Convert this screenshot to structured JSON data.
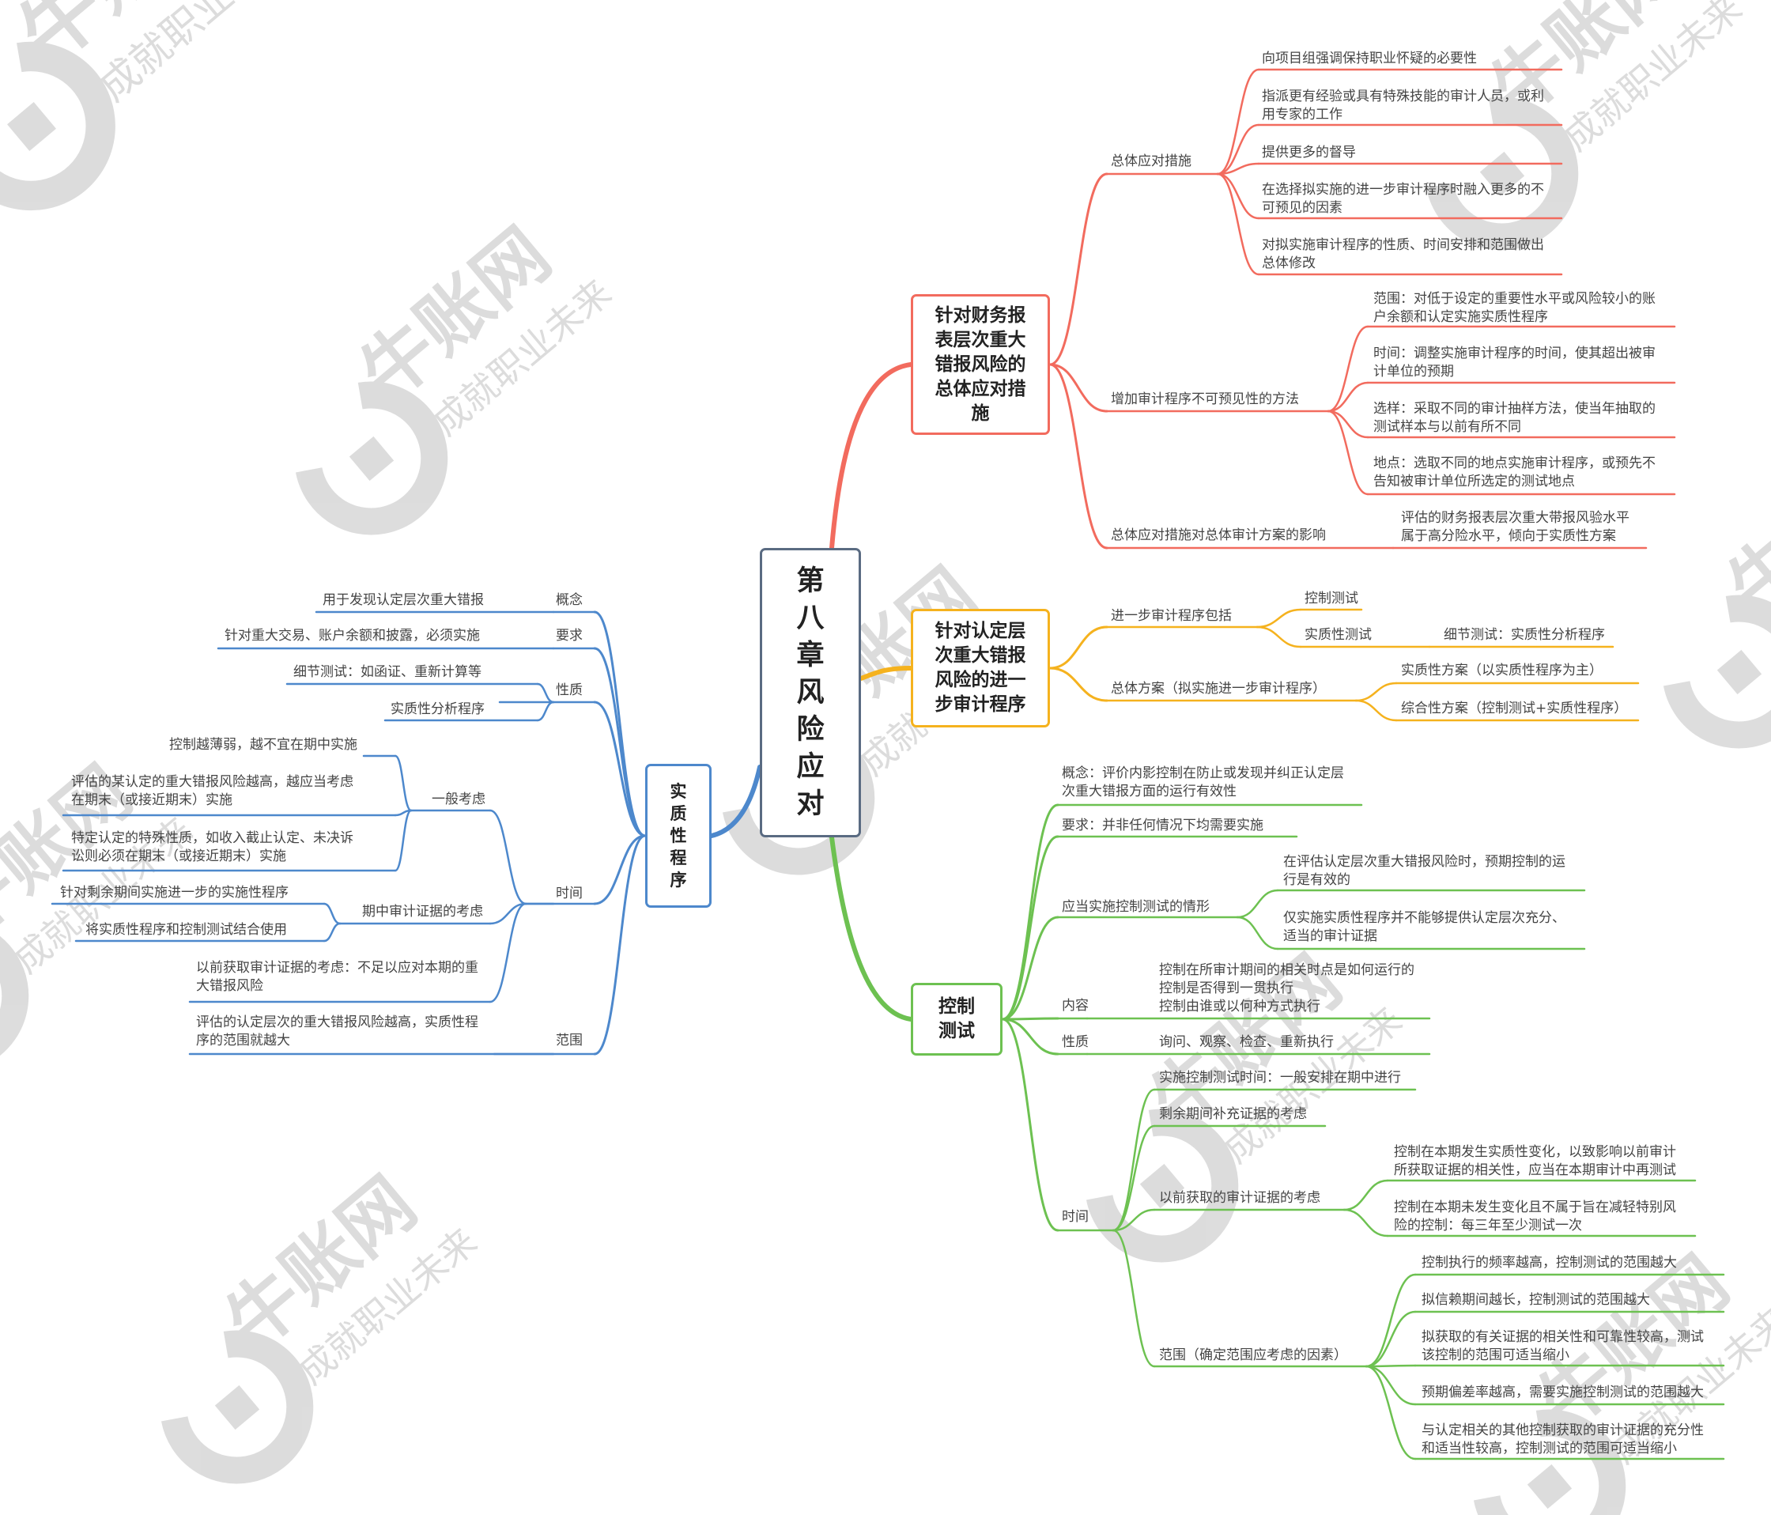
{
  "colors": {
    "red": "#f26b5e",
    "orange": "#f5b21e",
    "green": "#6dc151",
    "blue": "#4d88cc",
    "root_border": "#5a6b82",
    "watermark": "#d9d9d9"
  },
  "watermark": {
    "brand": "牛账网",
    "slogan": "成就职业未来"
  },
  "root": "第\n八\n章\n风\n险\n应\n对",
  "b1": {
    "title": "针对财务报\n表层次重大\n错报风险的\n总体应对措\n施",
    "n1": {
      "label": "总体应对措施",
      "items": [
        "向项目组强调保持职业怀疑的必要性",
        "指派更有经验或具有特殊技能的审计人员，或利\n用专家的工作",
        "提供更多的督导",
        "在选择拟实施的进一步审计程序时融入更多的不\n可预见的因素",
        "对拟实施审计程序的性质、时间安排和范围做出\n总体修改"
      ]
    },
    "n2": {
      "label": "增加审计程序不可预见性的方法",
      "items": [
        "范围：对低于设定的重要性水平或风险较小的账\n户余额和认定实施实质性程序",
        "时间：调整实施审计程序的时间，使其超出被审\n计单位的预期",
        "选样：采取不同的审计抽样方法，使当年抽取的\n测试样本与以前有所不同",
        "地点：选取不同的地点实施审计程序，或预先不\n告知被审计单位所选定的测试地点"
      ]
    },
    "n3": {
      "label": "总体应对措施对总体审计方案的影响",
      "item": "评估的财务报表层次重大带报风验水平\n属于高分险水平，倾向于实质性方案"
    }
  },
  "b2": {
    "title": "针对认定层\n次重大错报\n风险的进一\n步审计程序",
    "n1": {
      "label": "进一步审计程序包括",
      "a": "控制测试",
      "b": "实质性测试",
      "b_child": "细节测试：实质性分析程序"
    },
    "n2": {
      "label": "总体方案（拟实施进一步审计程序）",
      "a": "实质性方案（以实质性程序为主）",
      "b": "综合性方案（控制测试+实质性程序）"
    }
  },
  "b3": {
    "title": "控制\n测试",
    "concept": "概念：评价内影控制在防止或发现并纠正认定层\n次重大错报方面的运行有效性",
    "req": "要求：并非任何情况下均需要实施",
    "case": {
      "label": "应当实施控制测试的情形",
      "a": "在评估认定层次重大错报风险时，预期控制的运\n行是有效的",
      "b": "仅实施实质性程序并不能够提供认定层次充分、\n适当的审计证据"
    },
    "content": {
      "label": "内容",
      "text": "控制在所审计期间的相关时点是如何运行的\n控制是否得到一贯执行\n控制由谁或以何种方式执行"
    },
    "nature": {
      "label": "性质",
      "text": "询问、观察、检查、重新执行"
    },
    "time": {
      "label": "时间",
      "a": "实施控制测试时间：一般安排在期中进行",
      "b": "剩余期间补充证据的考虑",
      "c": "以前获取的审计证据的考虑",
      "c1": "控制在本期发生实质性变化，以致影响以前审计\n所获取证据的相关性，应当在本期审计中再测试",
      "c2": "控制在本期未发生变化且不属于旨在减轻特别风\n险的控制：每三年至少测试一次"
    },
    "scope": {
      "label": "范围（确定范围应考虑的因素）",
      "items": [
        "控制执行的频率越高，控制测试的范围越大",
        "拟信赖期间越长，控制测试的范围越大",
        "拟获取的有关证据的相关性和可靠性较高，测试\n该控制的范围可适当缩小",
        "预期偏差率越高，需要实施控制测试的范围越大",
        "与认定相关的其他控制获取的审计证据的充分性\n和适当性较高，控制测试的范围可适当缩小"
      ]
    }
  },
  "b4": {
    "title": "实\n质\n性\n程\n序",
    "concept": {
      "label": "概念",
      "text": "用于发现认定层次重大错报"
    },
    "req": {
      "label": "要求",
      "text": "针对重大交易、账户余额和披露，必须实施"
    },
    "nature": {
      "label": "性质",
      "a": "细节测试：如函证、重新计算等",
      "b": "实质性分析程序"
    },
    "time": {
      "label": "时间",
      "general": {
        "label": "一般考虑",
        "items": [
          "控制越薄弱，越不宜在期中实施",
          "评估的某认定的重大错报风险越高，越应当考虑\n在期末（或接近期末）实施",
          "特定认定的特殊性质，如收入截止认定、未决诉\n讼则必须在期末（或接近期末）实施"
        ]
      },
      "interim": {
        "label": "期中审计证据的考虑",
        "a": "针对剩余期间实施进一步的实施性程序",
        "b": "将实质性程序和控制测试结合使用"
      },
      "prior": "以前获取审计证据的考虑：不足以应对本期的重\n大错报风险"
    },
    "scope": {
      "label": "范围",
      "text": "评估的认定层次的重大错报风险越高，实质性程\n序的范围就越大"
    }
  }
}
